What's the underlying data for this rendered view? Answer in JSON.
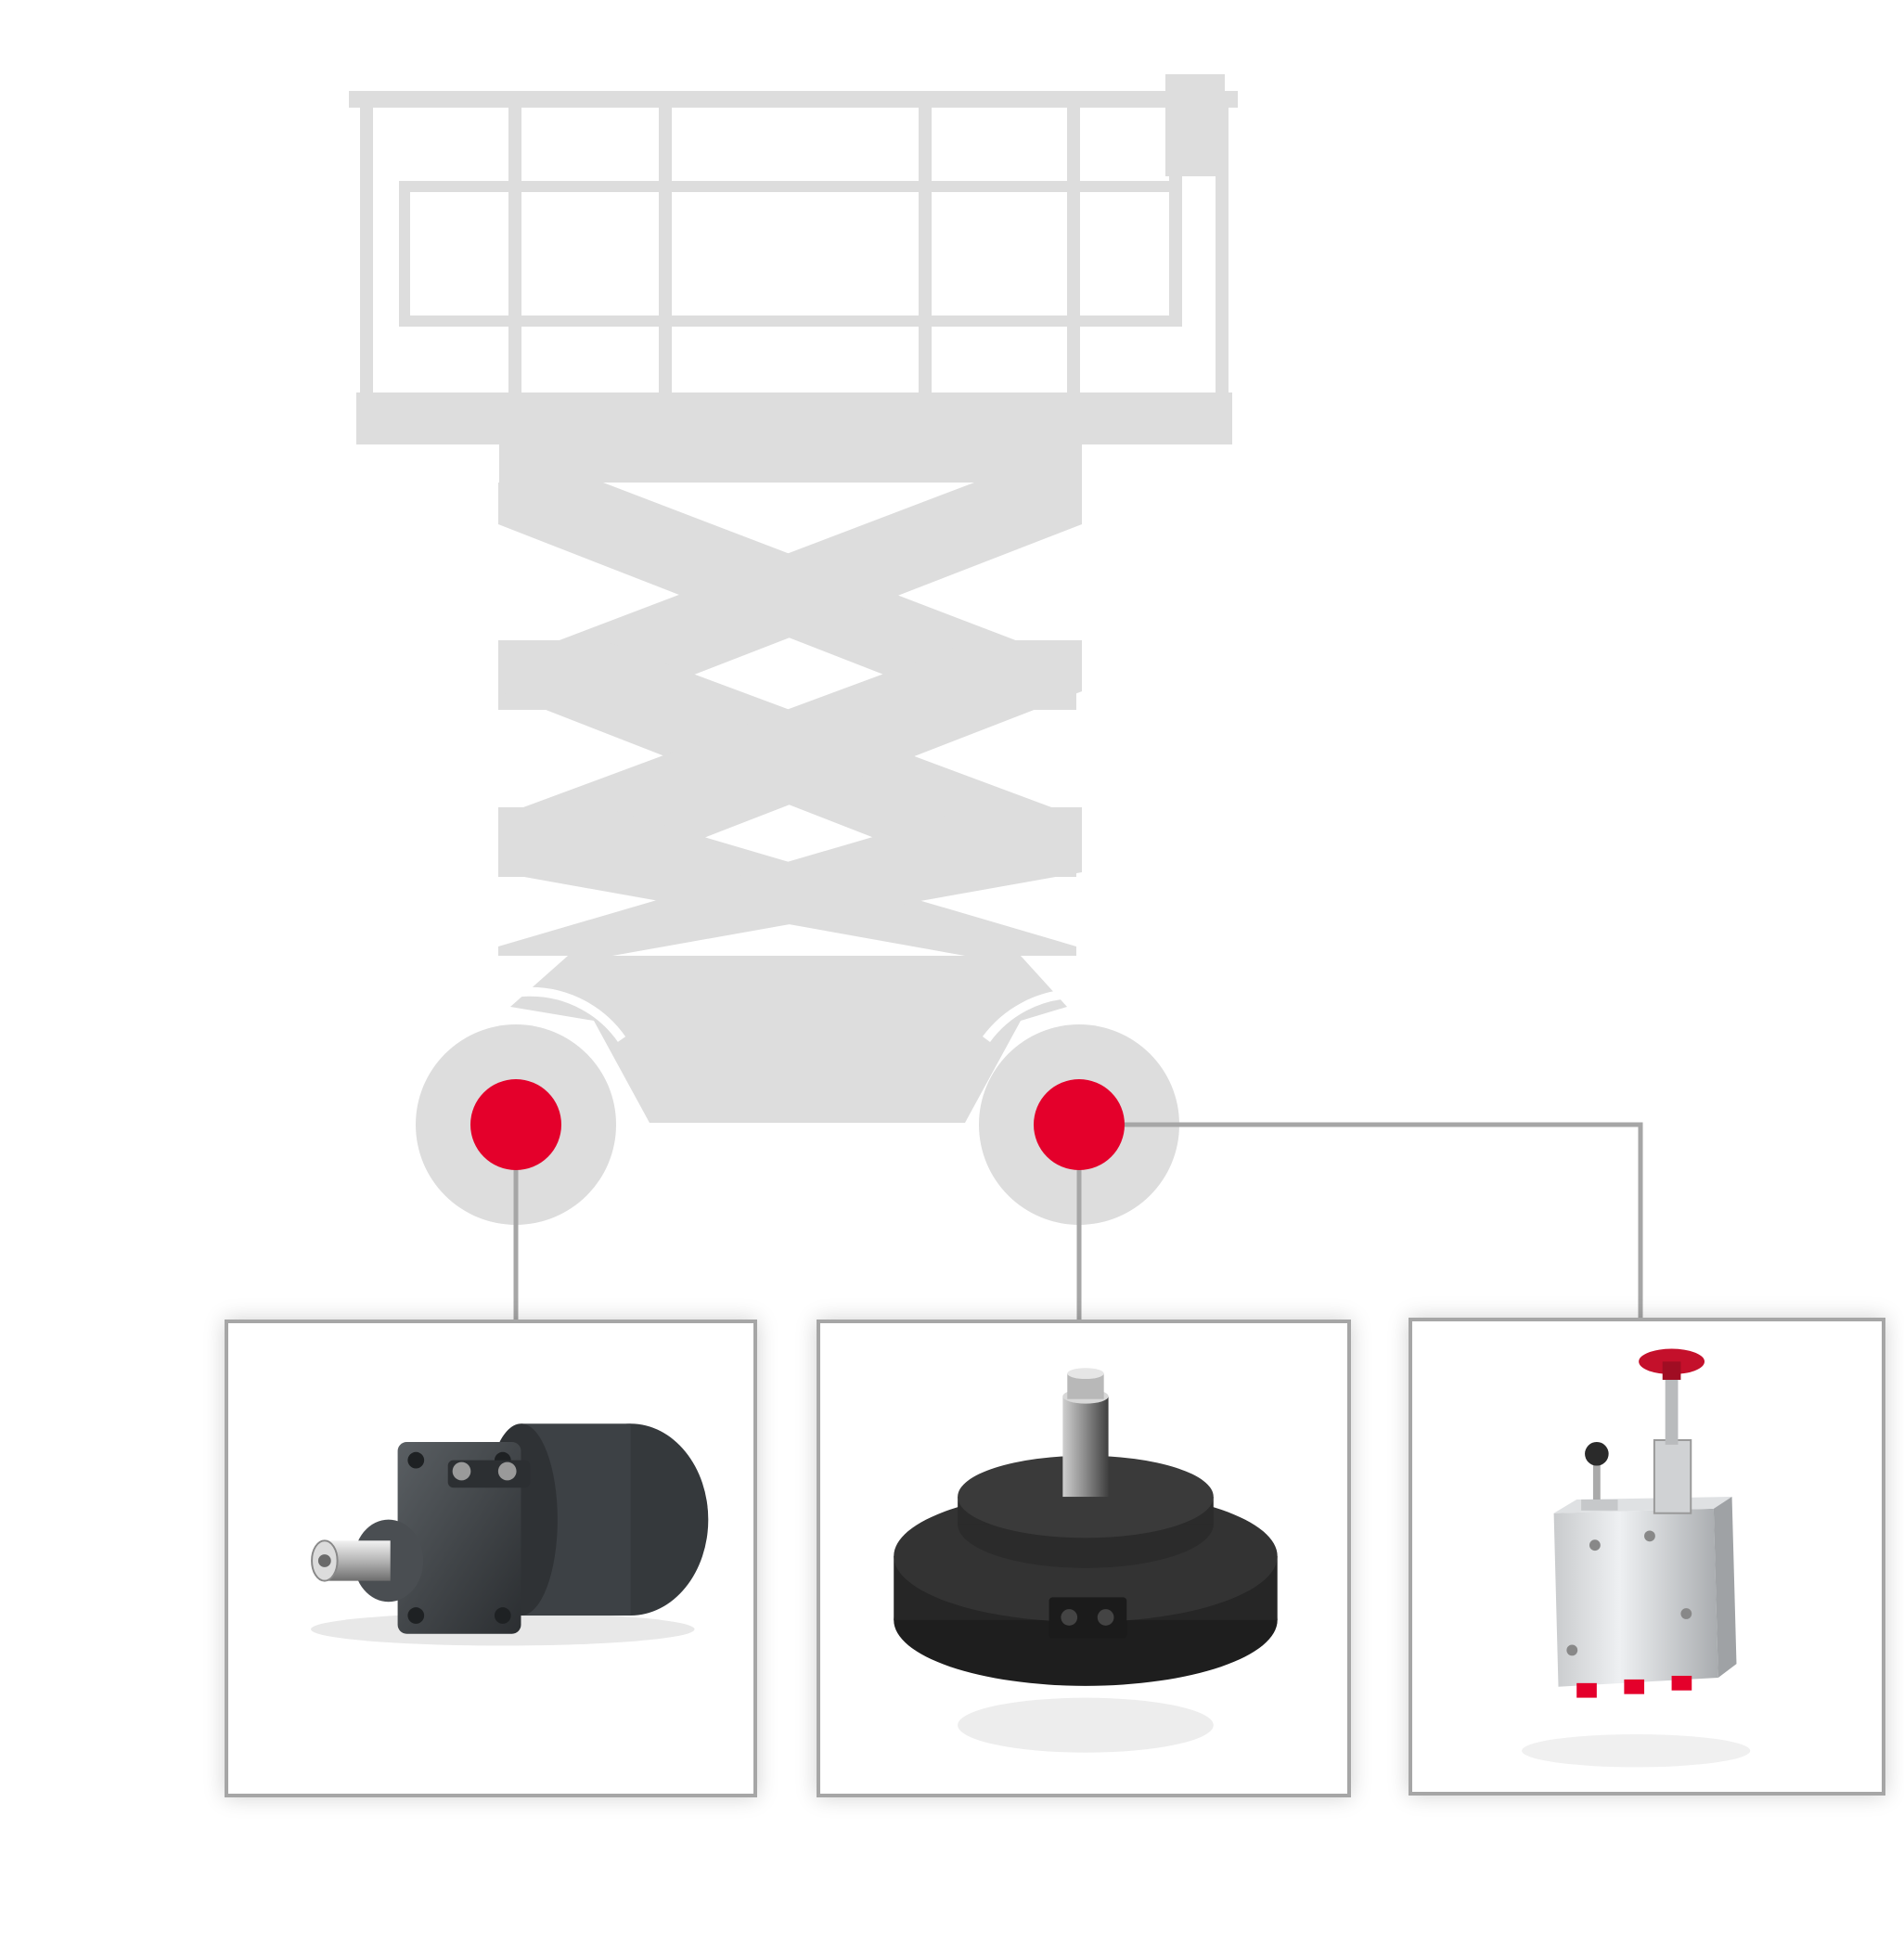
{
  "diagram": {
    "colors": {
      "machine_gray": "#dddddd",
      "connector_gray": "#a6a6a6",
      "marker_red": "#e4002b",
      "background": "#ffffff"
    },
    "machine": {
      "kind": "scissor-lift-silhouette"
    },
    "markers": [
      {
        "id": "rear-wheel-marker",
        "links_to": [
          "product-card-orbital-motor"
        ]
      },
      {
        "id": "front-wheel-marker",
        "links_to": [
          "product-card-wheel-motor",
          "product-card-brake-valve"
        ]
      }
    ],
    "product_cards": [
      {
        "id": "product-card-orbital-motor",
        "icon": "hydraulic-orbital-motor-icon"
      },
      {
        "id": "product-card-wheel-motor",
        "icon": "hydraulic-wheel-motor-icon"
      },
      {
        "id": "product-card-brake-valve",
        "icon": "hand-pump-valve-block-icon"
      }
    ]
  }
}
